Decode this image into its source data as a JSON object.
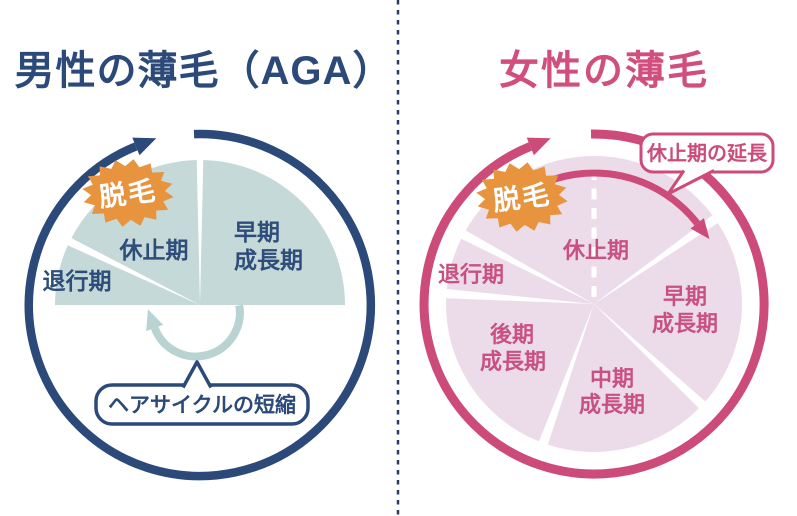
{
  "left_panel": {
    "title": "男性の薄毛（AGA）",
    "badge_label": "脱毛",
    "callout_label": "ヘアサイクルの短縮",
    "phases": [
      {
        "id": "early-growth",
        "label_lines": [
          "早期",
          "成長期"
        ]
      },
      {
        "id": "resting",
        "label": "休止期"
      },
      {
        "id": "regression",
        "label": "退行期"
      }
    ],
    "colors": {
      "accent": "#2b4979",
      "wedge_fill": "#c5d9d8",
      "cycle_arrow": "#b9d3d3",
      "text": "#2e4d7b"
    }
  },
  "right_panel": {
    "title": "女性の薄毛",
    "badge_label": "脱毛",
    "callout_label": "休止期の延長",
    "phases": [
      {
        "id": "resting",
        "label": "休止期"
      },
      {
        "id": "early-growth",
        "label_lines": [
          "早期",
          "成長期"
        ]
      },
      {
        "id": "mid-growth",
        "label_lines": [
          "中期",
          "成長期"
        ]
      },
      {
        "id": "late-growth",
        "label_lines": [
          "後期",
          "成長期"
        ]
      },
      {
        "id": "regression",
        "label": "退行期"
      }
    ],
    "colors": {
      "accent": "#cc4b78",
      "title": "#d04f7d",
      "wedge_fill": "#ecdcea",
      "label": "#c95180"
    }
  },
  "badge_color": "#e8943f",
  "divider_color": "#2b3c63"
}
